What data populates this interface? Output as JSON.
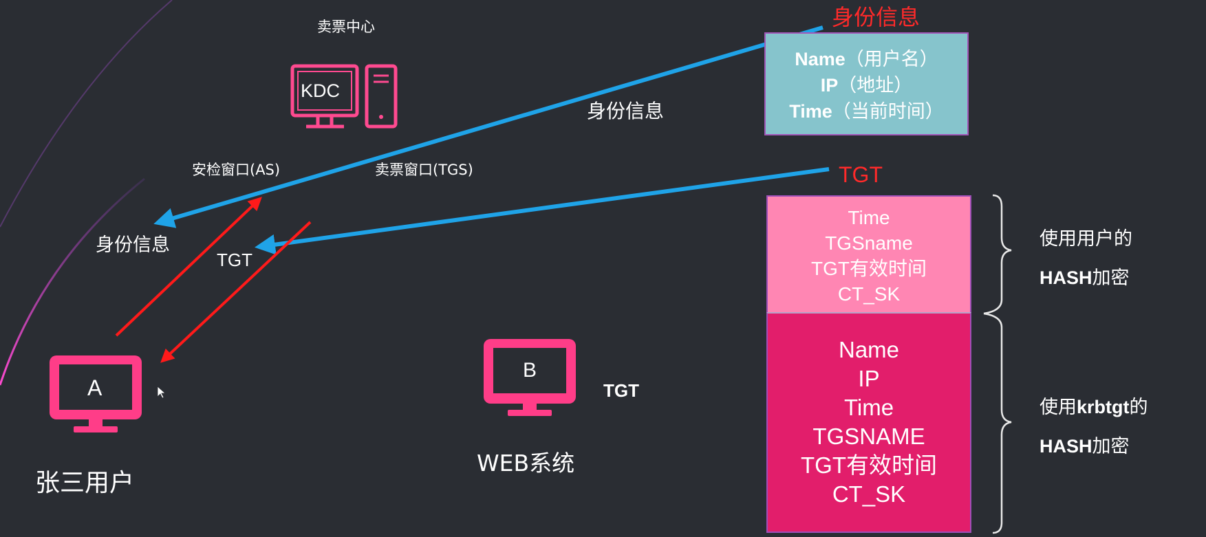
{
  "kdc": {
    "title": "卖票中心",
    "monitor_label": "KDC",
    "as_window": "安检窗口(AS)",
    "tgs_window": "卖票窗口(TGS)"
  },
  "client": {
    "monitor_label": "A",
    "user_name": "张三用户",
    "identity_label": "身份信息",
    "tgt_label": "TGT"
  },
  "web": {
    "monitor_label": "B",
    "system_name": "WEB系统",
    "tgt_label": "TGT"
  },
  "arrow_label_identity": "身份信息",
  "identity_packet": {
    "title": "身份信息",
    "lines": [
      {
        "bold": "Name",
        "rest": "（用户名）"
      },
      {
        "bold": "IP",
        "rest": "（地址）"
      },
      {
        "bold": "Time",
        "rest": "（当前时间）"
      }
    ]
  },
  "tgt_packet": {
    "title": "TGT",
    "user_hash_section": [
      "Time",
      "TGSname",
      "TGT有效时间",
      "CT_SK"
    ],
    "krbtgt_hash_section": [
      "Name",
      "IP",
      "Time",
      "TGSNAME",
      "TGT有效时间",
      "CT_SK"
    ]
  },
  "annotations": {
    "user_hash_line1": "使用用户的",
    "user_hash_line2_bold": "HASH",
    "user_hash_line2_rest": "加密",
    "krbtgt_hash_line1_prefix": "使用",
    "krbtgt_hash_line1_bold": "krbtgt",
    "krbtgt_hash_line1_suffix": "的",
    "krbtgt_hash_line2_bold": "HASH",
    "krbtgt_hash_line2_rest": "加密"
  },
  "colors": {
    "background": "#2a2d33",
    "monitor_pink": "#ff3d88",
    "kdc_pink": "#ff4a90",
    "arrow_blue": "#1fa3e8",
    "arrow_red": "#ff1a1a",
    "title_red": "#ff2a2a",
    "identity_box": "#86c4cc",
    "tgt_light": "#ff86b3",
    "tgt_dark": "#e21e6b",
    "border_purple": "#a257b8"
  }
}
